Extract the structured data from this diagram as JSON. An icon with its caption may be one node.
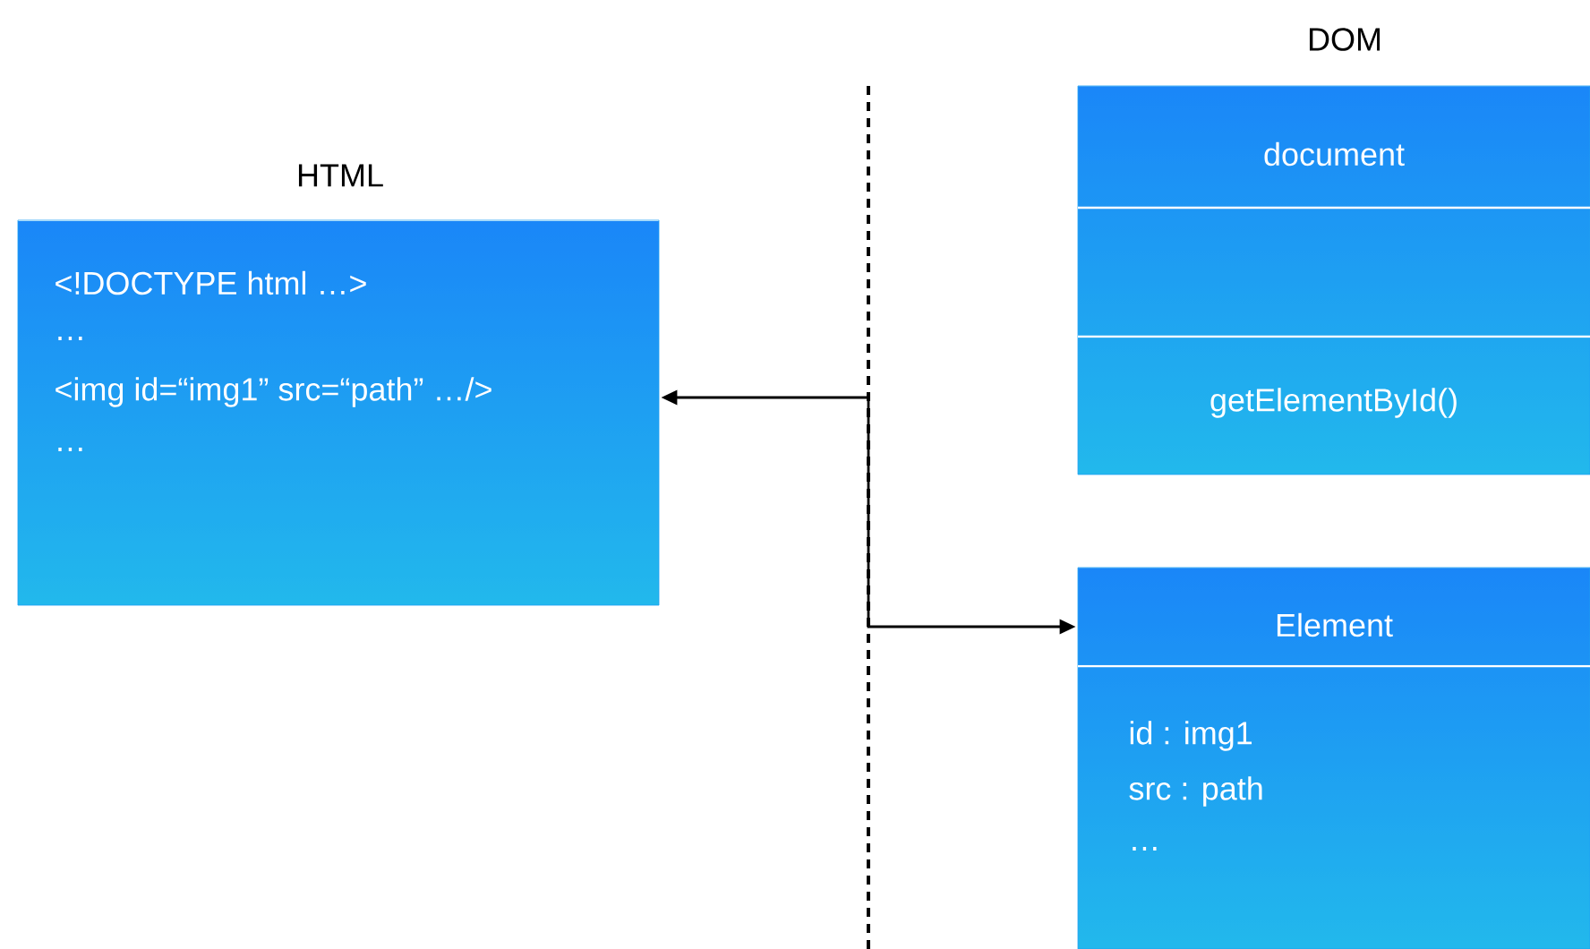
{
  "diagram": {
    "nodes": [
      {
        "text": [
          "HTML",
          "<!DOCTYPE html …>",
          "…",
          "<img id=“img1” src=“path” …/>",
          "…"
        ]
      },
      {
        "text": [
          "document",
          "getElementById()"
        ]
      },
      {
        "text": [
          "Element",
          "id : img1",
          "src : path",
          "…"
        ]
      }
    ],
    "edges": [
      {
        "from": 0,
        "to": 2,
        "arrow": "both"
      }
    ],
    "labels": [
      "DOM"
    ]
  }
}
